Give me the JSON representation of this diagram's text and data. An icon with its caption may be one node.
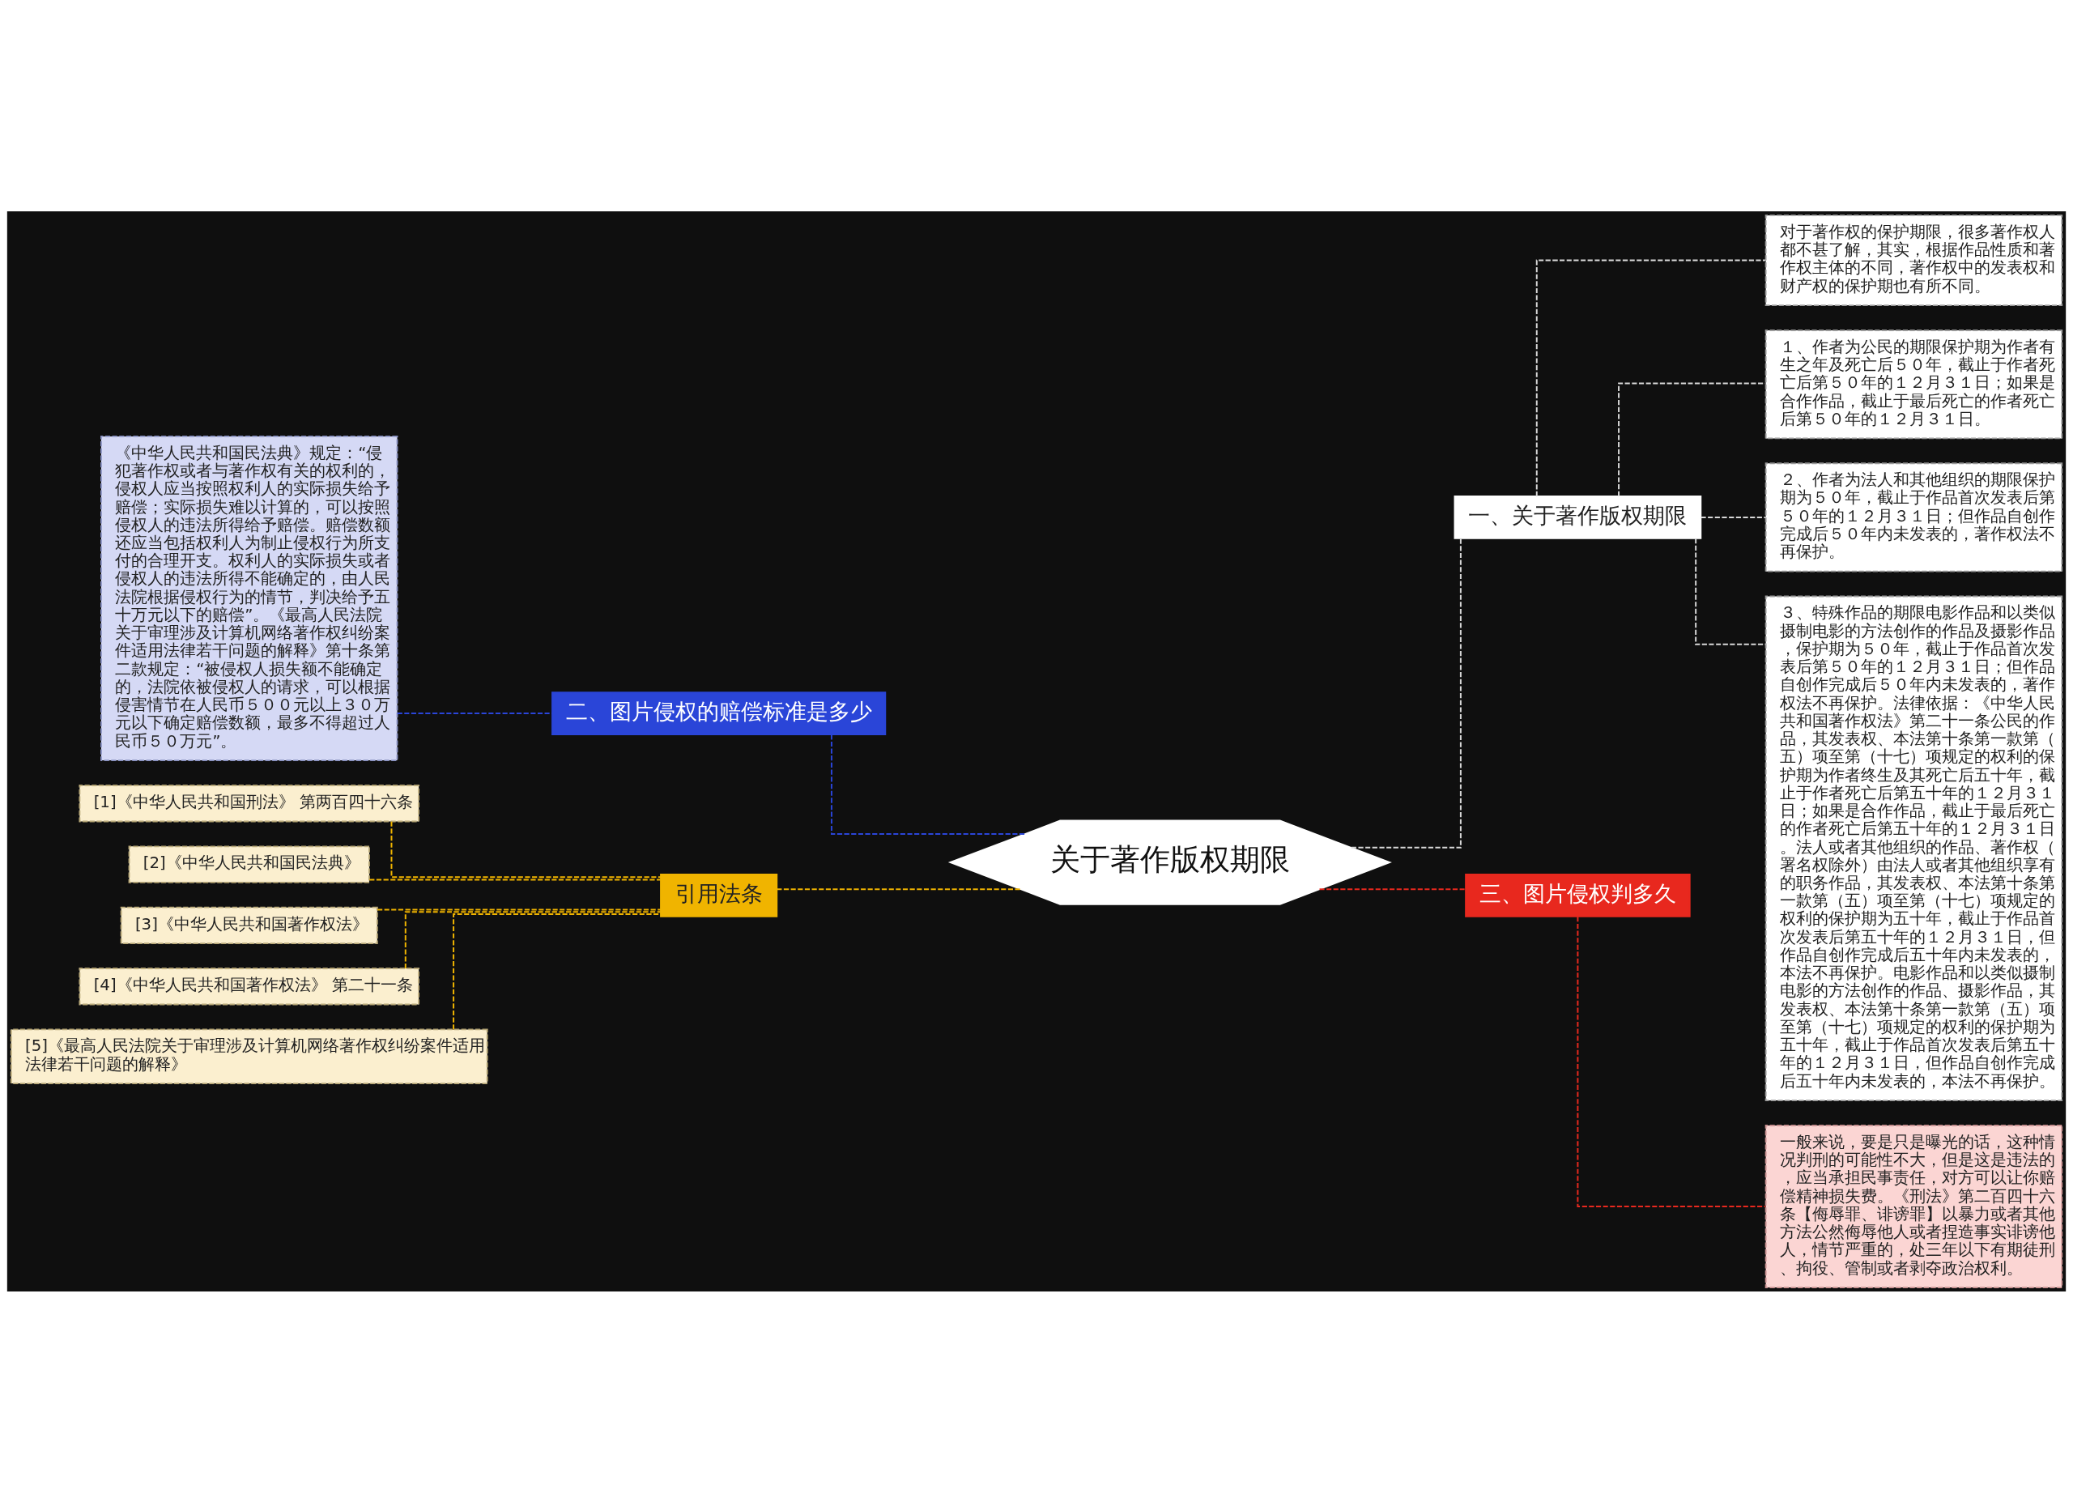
{
  "diagram": {
    "nodes": [
      {
        "text": [
          "关于著作版权期限"
        ]
      },
      {
        "text": [
          "一、关于著作版权期限"
        ]
      },
      {
        "text": [
          "对于著作权的保护期限，很多著作权人都不甚了解，其实，根据作品性质和著作权主体的不同，著作权中的发表权和财产权的保护期也有所不同。"
        ]
      },
      {
        "text": [
          "１、作者为公民的期限保护期为作者有生之年及死亡后５０年，截止于作者死亡后第５０年的１２月３１日；如果是合作作品，截止于最后死亡的作者死亡后第５０年的１２月３１日。"
        ]
      },
      {
        "text": [
          "２、作者为法人和其他组织的期限保护期为５０年，截止于作品首次发表后第５０年的１２月３１日；但作品自创作完成后５０年内未发表的，著作权法不再保护。"
        ]
      },
      {
        "text": [
          "３、特殊作品的期限电影作品和以类似摄制电影的方法创作的作品及摄影作品，保护期为５０年，截止于作品首次发表后第５０年的１２月３１日；但作品自创作完成后５０年内未发表的，著作权法不再保护。法律依据：《中华人民共和国著作权法》第二十一条公民的作品，其发表权、本法第十条第一款第（五）项至第（十七）项规定的权利的保护期为作者终生及其死亡后五十年，截止于作者死亡后第五十年的１２月３１日；如果是合作作品，截止于最后死亡的作者死亡后第五十年的１２月３１日。法人或者其他组织的作品、著作权（署名权除外）由法人或者其他组织享有的职务作品，其发表权、本法第十条第一款第（五）项至第（十七）项规定的权利的保护期为五十年，截止于作品首次发表后第五十年的１２月３１日，但作品自创作完成后五十年内未发表的，本法不再保护。电影作品和以类似摄制电影的方法创作的作品、摄影作品，其发表权、本法第十条第一款第（五）项至第（十七）项规定的权利的保护期为五十年，截止于作品首次发表后第五十年的１２月３１日，但作品自创作完成后五十年内未发表的，本法不再保护。"
        ]
      },
      {
        "text": [
          "二、图片侵权的赔偿标准是多少"
        ]
      },
      {
        "text": [
          "《中华人民共和国民法典》规定：“侵犯著作权或者与著作权有关的权利的，侵权人应当按照权利人的实际损失给予赔偿；实际损失难以计算的，可以按照侵权人的违法所得给予赔偿。赔偿数额还应当包括权利人为制止侵权行为所支付的合理开支。权利人的实际损失或者侵权人的违法所得不能确定的，由人民法院根据侵权行为的情节，判决给予五十万元以下的赔偿”。《最高人民法院关于审理涉及计算机网络著作权纠纷案件适用法律若干问题的解释》第十条第二款规定：“被侵权人损失额不能确定的，法院依被侵权人的请求，可以根据侵害情节在人民币５００元以上３０万元以下确定赔偿数额，最多不得超过人民币５０万元”。"
        ]
      },
      {
        "text": [
          "引用法条"
        ]
      },
      {
        "text": [
          "[1]《中华人民共和国刑法》 第两百四十六条"
        ]
      },
      {
        "text": [
          "[2]《中华人民共和国民法典》"
        ]
      },
      {
        "text": [
          "[3]《中华人民共和国著作权法》"
        ]
      },
      {
        "text": [
          "[4]《中华人民共和国著作权法》 第二十一条"
        ]
      },
      {
        "text": [
          "[5]《最高人民法院关于审理涉及计算机网络著作权纠纷案件适用法律若干问题的解释》"
        ]
      },
      {
        "text": [
          "三、图片侵权判多久"
        ]
      },
      {
        "text": [
          "一般来说，要是只是曝光的话，这种情况判刑的可能性不大，但是这是违法的，应当承担民事责任，对方可以让你赔偿精神损失费。《刑法》第二百四十六条【侮辱罪、诽谤罪】以暴力或者其他方法公然侮辱他人或者捏造事实诽谤他人，情节严重的，处三年以下有期徒刑、拘役、管制或者剥夺政治权利。"
        ]
      }
    ],
    "edges": [
      {
        "from": 0,
        "to": 1,
        "arrow": "none",
        "style": "dashed",
        "color": "#d8d8d8"
      },
      {
        "from": 1,
        "to": 2,
        "arrow": "none",
        "style": "dashed",
        "color": "#d8d8d8"
      },
      {
        "from": 1,
        "to": 3,
        "arrow": "none",
        "style": "dashed",
        "color": "#d8d8d8"
      },
      {
        "from": 1,
        "to": 4,
        "arrow": "none",
        "style": "dashed",
        "color": "#d8d8d8"
      },
      {
        "from": 1,
        "to": 5,
        "arrow": "none",
        "style": "dashed",
        "color": "#d8d8d8"
      },
      {
        "from": 0,
        "to": 6,
        "arrow": "none",
        "style": "dashed",
        "color": "#2a45d8"
      },
      {
        "from": 6,
        "to": 7,
        "arrow": "none",
        "style": "dashed",
        "color": "#2a45d8"
      },
      {
        "from": 0,
        "to": 8,
        "arrow": "none",
        "style": "dashed",
        "color": "#f0b400"
      },
      {
        "from": 8,
        "to": 9,
        "arrow": "none",
        "style": "dashed",
        "color": "#f0b400"
      },
      {
        "from": 8,
        "to": 10,
        "arrow": "none",
        "style": "dashed",
        "color": "#f0b400"
      },
      {
        "from": 8,
        "to": 11,
        "arrow": "none",
        "style": "dashed",
        "color": "#f0b400"
      },
      {
        "from": 8,
        "to": 12,
        "arrow": "none",
        "style": "dashed",
        "color": "#f0b400"
      },
      {
        "from": 8,
        "to": 13,
        "arrow": "none",
        "style": "dashed",
        "color": "#f0b400"
      },
      {
        "from": 0,
        "to": 14,
        "arrow": "none",
        "style": "dashed",
        "color": "#e8281e"
      },
      {
        "from": 14,
        "to": 15,
        "arrow": "none",
        "style": "dashed",
        "color": "#e8281e"
      }
    ]
  }
}
